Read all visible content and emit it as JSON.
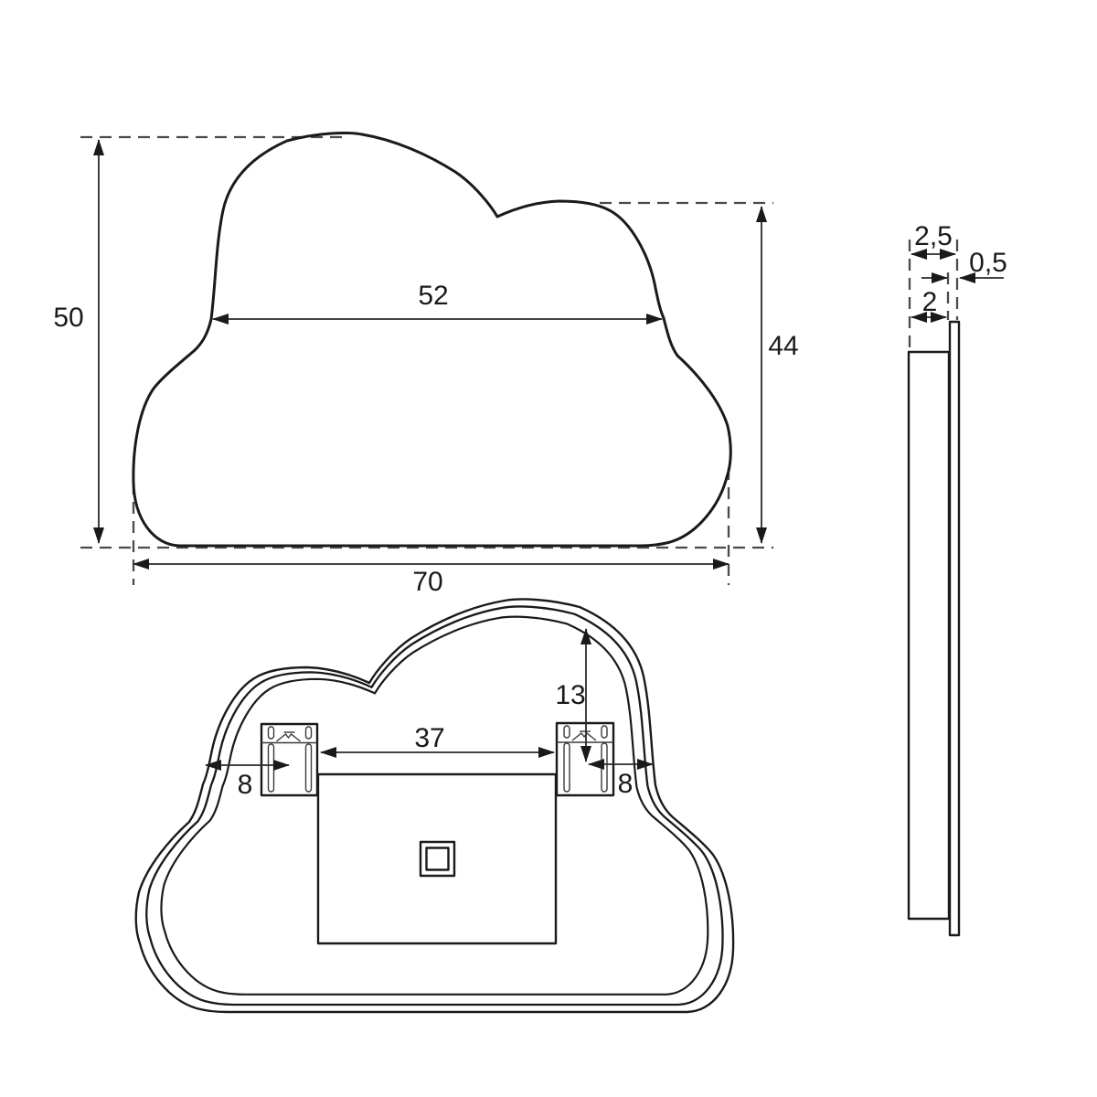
{
  "drawing_title": "Cloud-shaped wall mirror technical drawing (front, back and side views)",
  "colors": {
    "line": "#1a1a1a",
    "dimension": "#2a2a2a",
    "extension_dash": "#4a4a4a",
    "background": "#ffffff"
  },
  "front_view": {
    "dim_height_left": "50",
    "dim_width_middle": "52",
    "dim_height_right": "44",
    "dim_width_bottom": "70"
  },
  "side_view": {
    "dim_depth_total": "2,5",
    "dim_front_sheet": "0,5",
    "dim_body_depth": "2"
  },
  "back_view": {
    "dim_bracket_span": "37",
    "dim_left_offset": "8",
    "dim_right_offset": "8",
    "dim_bracket_from_top": "13"
  }
}
